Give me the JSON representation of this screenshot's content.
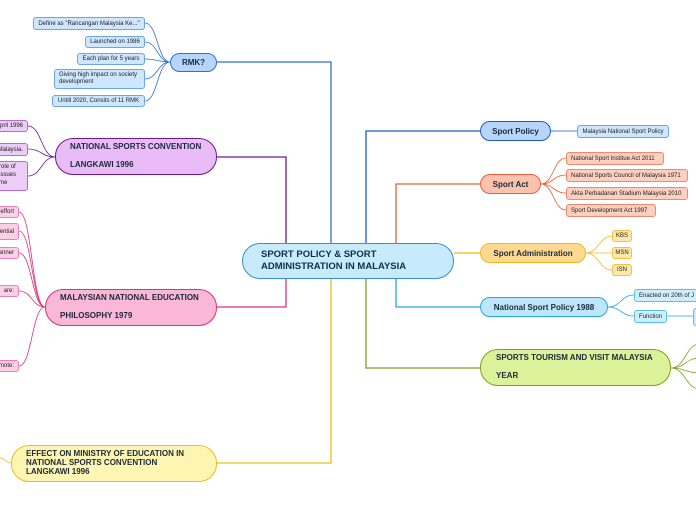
{
  "center": {
    "title": "SPORT POLICY & SPORT\nADMINISTRATION IN MALAYSIA"
  },
  "rmk": {
    "title": "RMK?",
    "items": [
      "Define as \"Rancangan Malaysia Ke...\"",
      "Launched on 1986",
      "Each plan for 5 years",
      "Giving high impact on society\ndevelopment",
      "Untill 2020, Consits of 11 RMK"
    ]
  },
  "nsc": {
    "title": "NATIONAL SPORTS CONVENTION\n\nLANGKAWI 1996",
    "items": [
      "pril 1996",
      "Malaysia.",
      "role of\nissues\nme"
    ]
  },
  "mnep": {
    "title": "MALAYSIAN NATIONAL EDUCATION\n\nPHILOSOPHY 1979",
    "items": [
      "effort",
      "ential",
      "anner",
      "are:",
      "mote:"
    ]
  },
  "effect": {
    "title": "EFFECT ON MINISTRY OF EDUCATION IN\nNATIONAL SPORTS CONVENTION\nLANGKAWI 1996"
  },
  "sport_policy": {
    "title": "Sport Policy",
    "items": [
      "Malaysia National Sport Policy"
    ]
  },
  "sport_act": {
    "title": "Sport Act",
    "items": [
      "National Sport Institue Act 2011",
      "National Sports Council of Malaysia 1971",
      "Akta Perbadanan Stadium Malaysia 2010",
      "Sport Development Act 1997"
    ]
  },
  "sport_admin": {
    "title": "Sport Administration",
    "items": [
      "KBS",
      "MSN",
      "ISN"
    ]
  },
  "nsp": {
    "title": "National Sport Policy 1988",
    "items": [
      "Enacted on 20th of J",
      "Function"
    ]
  },
  "tourism": {
    "title": "SPORTS TOURISM AND VISIT MALAYSIA\n\nYEAR"
  },
  "colors": {
    "blue": "#2f6fd6",
    "purple": "#6a1a8a",
    "magenta": "#e0307a",
    "yellow": "#e7c11e",
    "navy": "#1e5cc9",
    "orange": "#e8603a",
    "gold": "#f2b81e",
    "cyan": "#27a9d8",
    "olive": "#7aa21e"
  }
}
